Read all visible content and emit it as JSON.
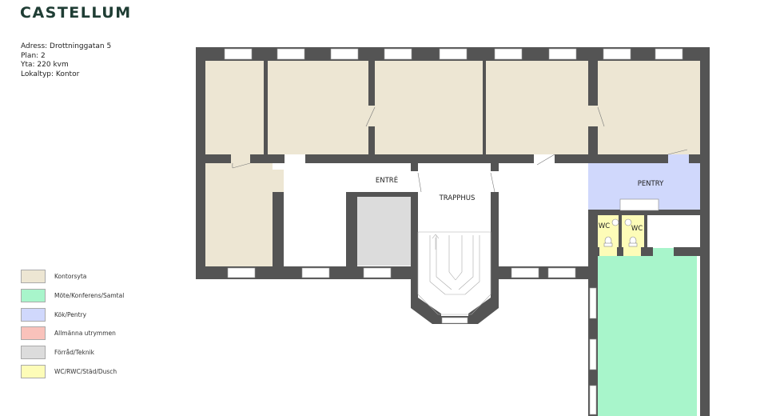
{
  "brand": {
    "logo_text": "CASTELLUM"
  },
  "property_info": {
    "address": "Adress: Drottninggatan 5",
    "floor": "Plan: 2",
    "area": "Yta: 220 kvm",
    "premises_type": "Lokaltyp: Kontor"
  },
  "legend": [
    {
      "label": "Kontorsyta",
      "color": "#ede6d3"
    },
    {
      "label": "Möte/Konferens/Samtal",
      "color": "#a8f5cb"
    },
    {
      "label": "Kök/Pentry",
      "color": "#d0d8fc"
    },
    {
      "label": "Allmänna utrymmen",
      "color": "#f9c2bb"
    },
    {
      "label": "Förråd/Teknik",
      "color": "#dcdcdc"
    },
    {
      "label": "WC/RWC/Städ/Dusch",
      "color": "#fdfcb8"
    }
  ],
  "room_labels": {
    "entrance": "ENTRÉ",
    "stairwell": "TRAPPHUS",
    "pantry": "PENTRY",
    "wc_1": "WC",
    "wc_2": "WC"
  },
  "colors": {
    "wall": "#545454",
    "office": "#ede6d3",
    "meeting": "#a8f5cb",
    "kitchen": "#d0d8fc",
    "storage": "#dcdcdc",
    "wc": "#fdfcb8"
  }
}
